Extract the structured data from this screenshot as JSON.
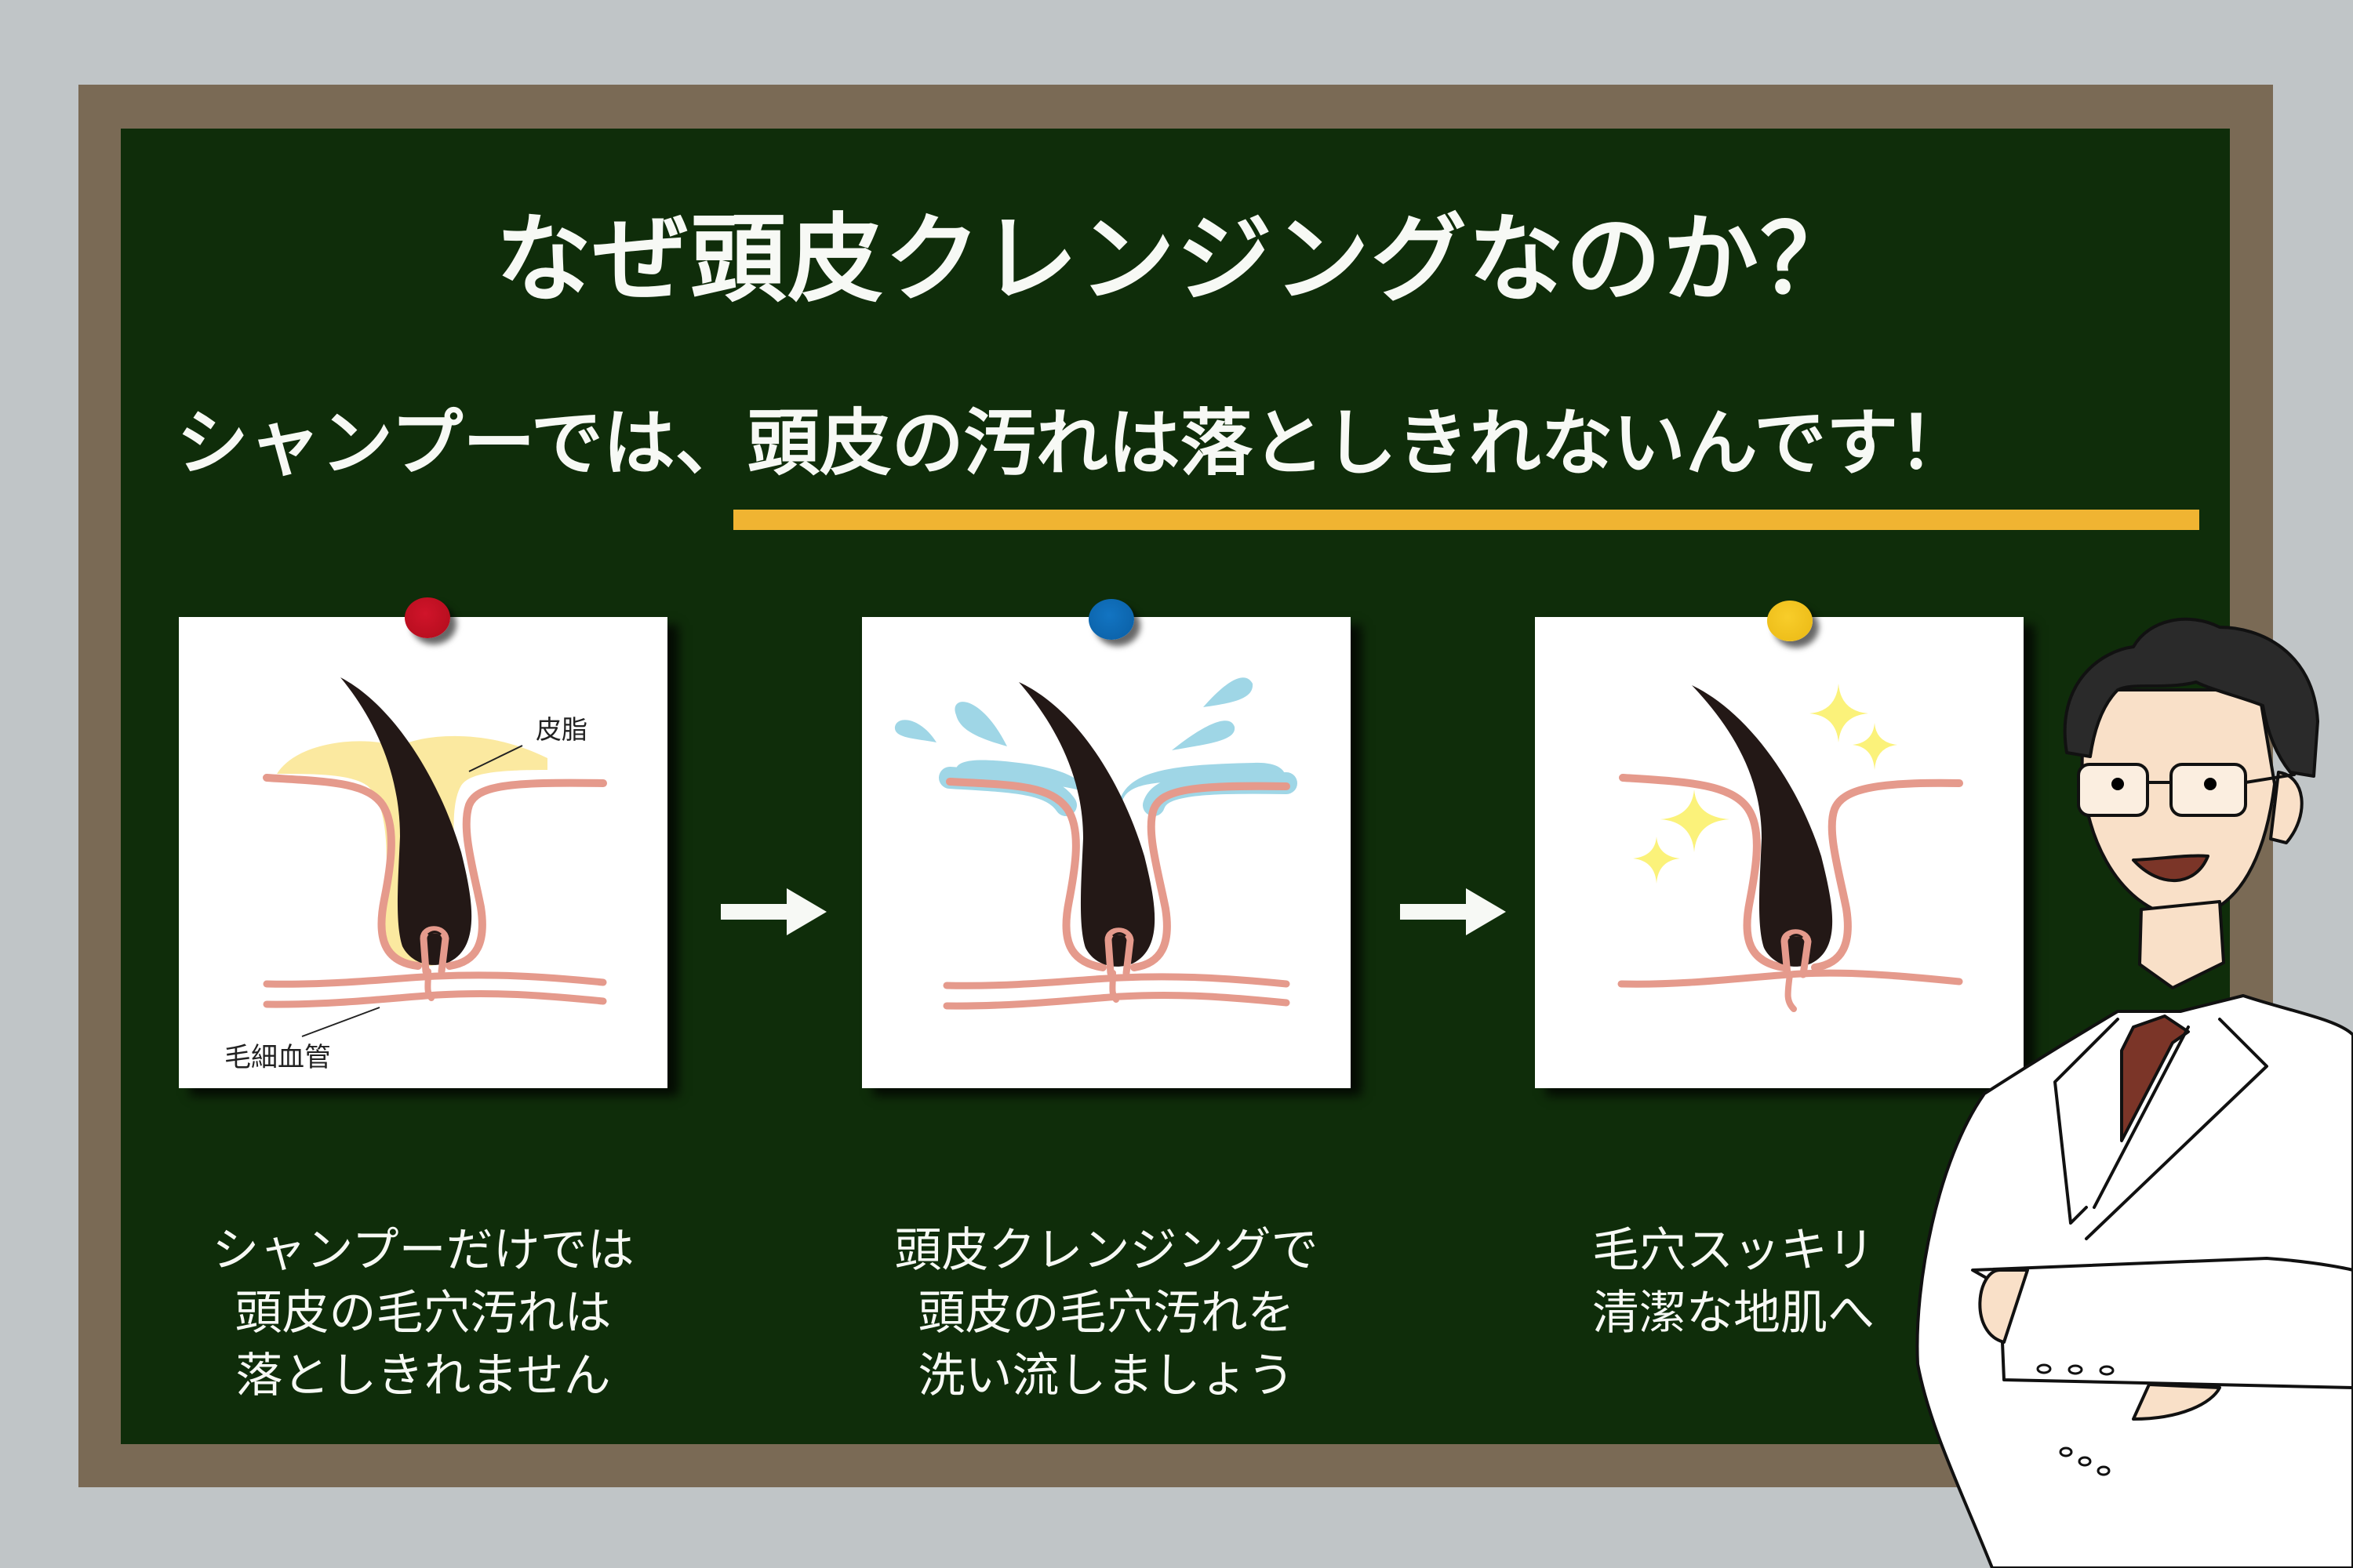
{
  "heading": {
    "title": "なぜ頭皮クレンジングなのか？",
    "subtitle_plain": "シャンプーでは、",
    "subtitle_highlight": "頭皮の汚れは落としきれないんです！"
  },
  "colors": {
    "background": "#c0c5c7",
    "frame": "#7a6a55",
    "board": "#0f2d0a",
    "text": "#f7f9f5",
    "underline": "#f0b432",
    "pin_red": "#c0101e",
    "pin_blue": "#0d6ab4",
    "pin_yellow": "#f4c21a",
    "skin_line": "#e59a8c",
    "hair": "#231816",
    "sebum": "#fbe9a0",
    "water": "#9fd6e6",
    "sparkle": "#fbf27a"
  },
  "cards": [
    {
      "pin_color": "red",
      "label_sebum": "皮脂",
      "label_capillary": "毛細血管",
      "caption": [
        "シャンプーだけでは",
        "頭皮の毛穴汚れは",
        "落としきれません"
      ]
    },
    {
      "pin_color": "blue",
      "caption": [
        "頭皮クレンジングで",
        "頭皮の毛穴汚れを",
        "洗い流しましょう"
      ]
    },
    {
      "pin_color": "yellow",
      "caption": [
        "毛穴スッキリ",
        "清潔な地肌へ"
      ]
    }
  ],
  "arrows": [
    "arrow-right-icon",
    "arrow-right-icon"
  ],
  "character": "doctor-in-lab-coat-with-glasses"
}
